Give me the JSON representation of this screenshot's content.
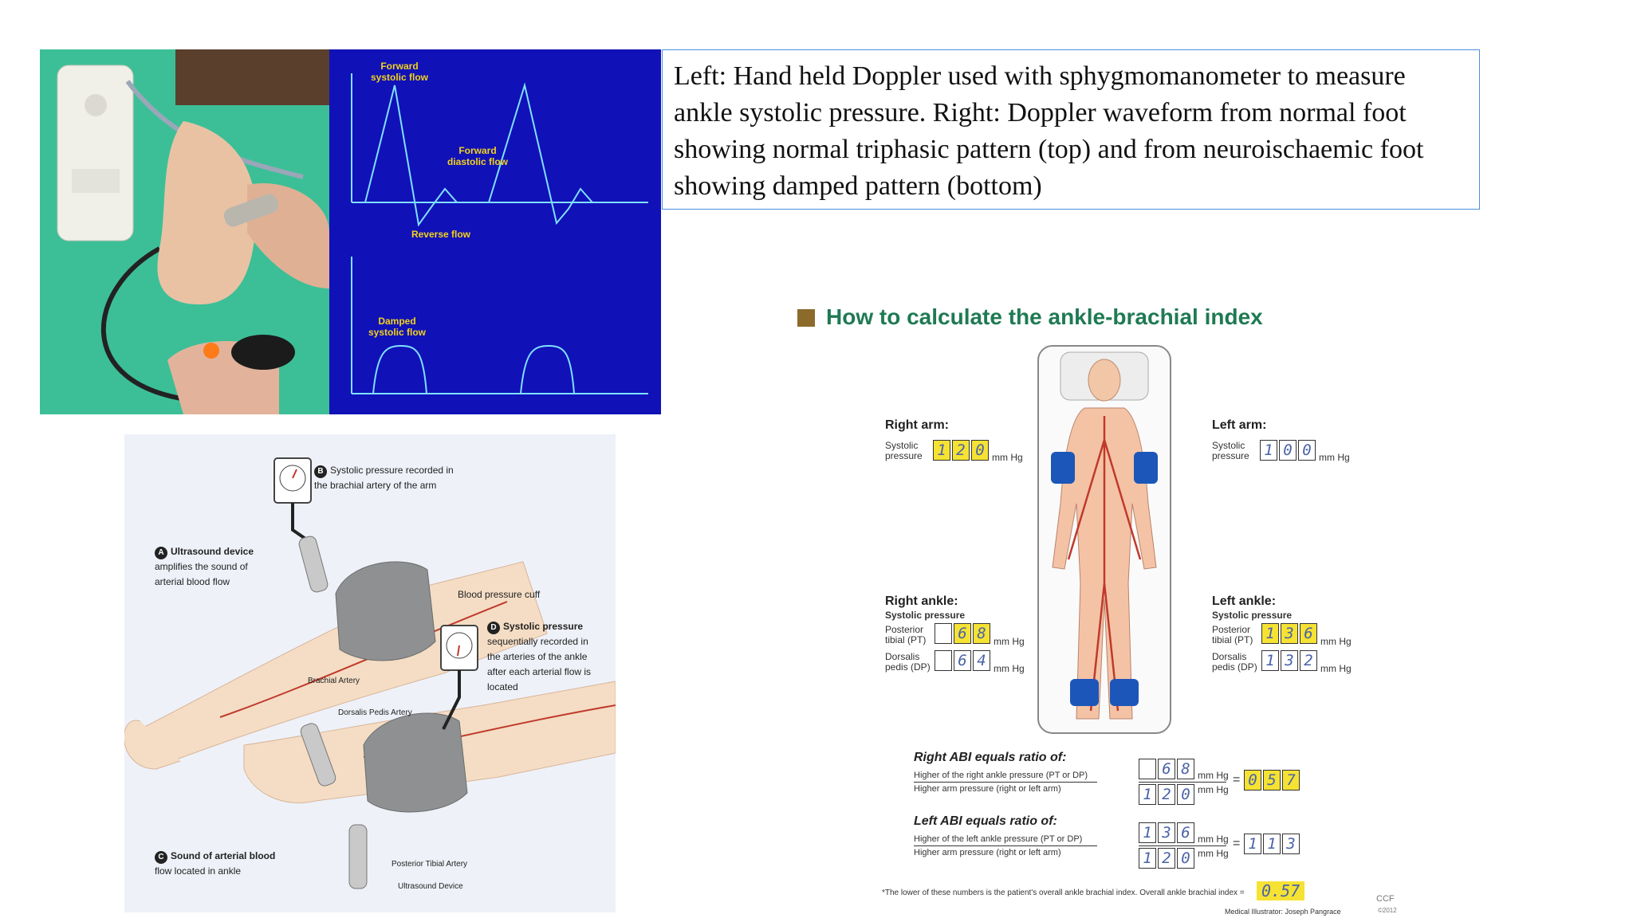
{
  "doppler_waveform": {
    "forward_systolic": "Forward systolic flow",
    "forward_diastolic": "Forward diastolic flow",
    "reverse": "Reverse flow",
    "damped_systolic": "Damped systolic flow"
  },
  "caption": "Left: Hand held Doppler used with sphygmomanometer to measure ankle systolic pressure. Right: Doppler waveform from normal foot showing normal triphasic pattern (top) and from neuroischaemic foot showing damped pattern (bottom)",
  "illustration": {
    "b_title": "Systolic pressure recorded in",
    "b_sub": "the brachial artery of the arm",
    "a_title": "Ultrasound device",
    "a_sub1": "amplifies the sound of",
    "a_sub2": "arterial blood flow",
    "cuff": "Blood pressure cuff",
    "brachial": "Brachial Artery",
    "d_title": "Systolic pressure",
    "d_sub1": "sequentially recorded in",
    "d_sub2": "the arteries of the ankle",
    "d_sub3": "after each arterial flow is",
    "d_sub4": "located",
    "dorsalis": "Dorsalis Pedis Artery",
    "c_title": "Sound of arterial blood",
    "c_sub": "flow located in ankle",
    "posterior": "Posterior Tibial Artery",
    "ultrasound": "Ultrasound Device",
    "badges": {
      "a": "A",
      "b": "B",
      "c": "C",
      "d": "D"
    }
  },
  "abi": {
    "title": "How to calculate the ankle-brachial index",
    "right_arm": "Right arm:",
    "left_arm": "Left arm:",
    "systolic": "Systolic",
    "pressure": "pressure",
    "mmhg": "mm Hg",
    "right_arm_value": [
      "1",
      "2",
      "0"
    ],
    "left_arm_value": [
      "1",
      "0",
      "0"
    ],
    "right_ankle": "Right ankle:",
    "left_ankle": "Left ankle:",
    "systolic_pressure": "Systolic pressure",
    "posterior": "Posterior",
    "tibial": "tibial (PT)",
    "dorsalis": "Dorsalis",
    "pedis": "pedis (DP)",
    "right_pt": [
      "",
      "6",
      "8"
    ],
    "right_dp": [
      "",
      "6",
      "4"
    ],
    "left_pt": [
      "1",
      "3",
      "6"
    ],
    "left_dp": [
      "1",
      "3",
      "2"
    ],
    "right_ratio_title": "Right ABI equals ratio of:",
    "right_ratio_num": "Higher of the right ankle pressure (PT or DP)",
    "right_ratio_den": "Higher arm pressure (right or left arm)",
    "right_num_digits": [
      "",
      "6",
      "8"
    ],
    "right_den_digits": [
      "1",
      "2",
      "0"
    ],
    "right_result": [
      "0",
      "5",
      "7"
    ],
    "left_ratio_title": "Left ABI equals ratio of:",
    "left_ratio_num": "Higher of the left ankle pressure (PT or DP)",
    "left_ratio_den": "Higher arm pressure (right or left arm)",
    "left_num_digits": [
      "1",
      "3",
      "6"
    ],
    "left_den_digits": [
      "1",
      "2",
      "0"
    ],
    "left_result": [
      "1",
      "1",
      "3"
    ],
    "footnote": "*The lower of these numbers is the patient's overall ankle brachial index. Overall ankle brachial index =",
    "overall": "0.57",
    "credit": "Medical Illustrator: Joseph Pangrace",
    "ccf": "CCF",
    "year": "©2012"
  },
  "colors": {
    "abi_title": "#1f7a53",
    "waveform_bg": "#1111b8",
    "waveform_trace": "#7fe0ff",
    "highlight": "#f6e233",
    "caption_border": "#4a90e2"
  }
}
